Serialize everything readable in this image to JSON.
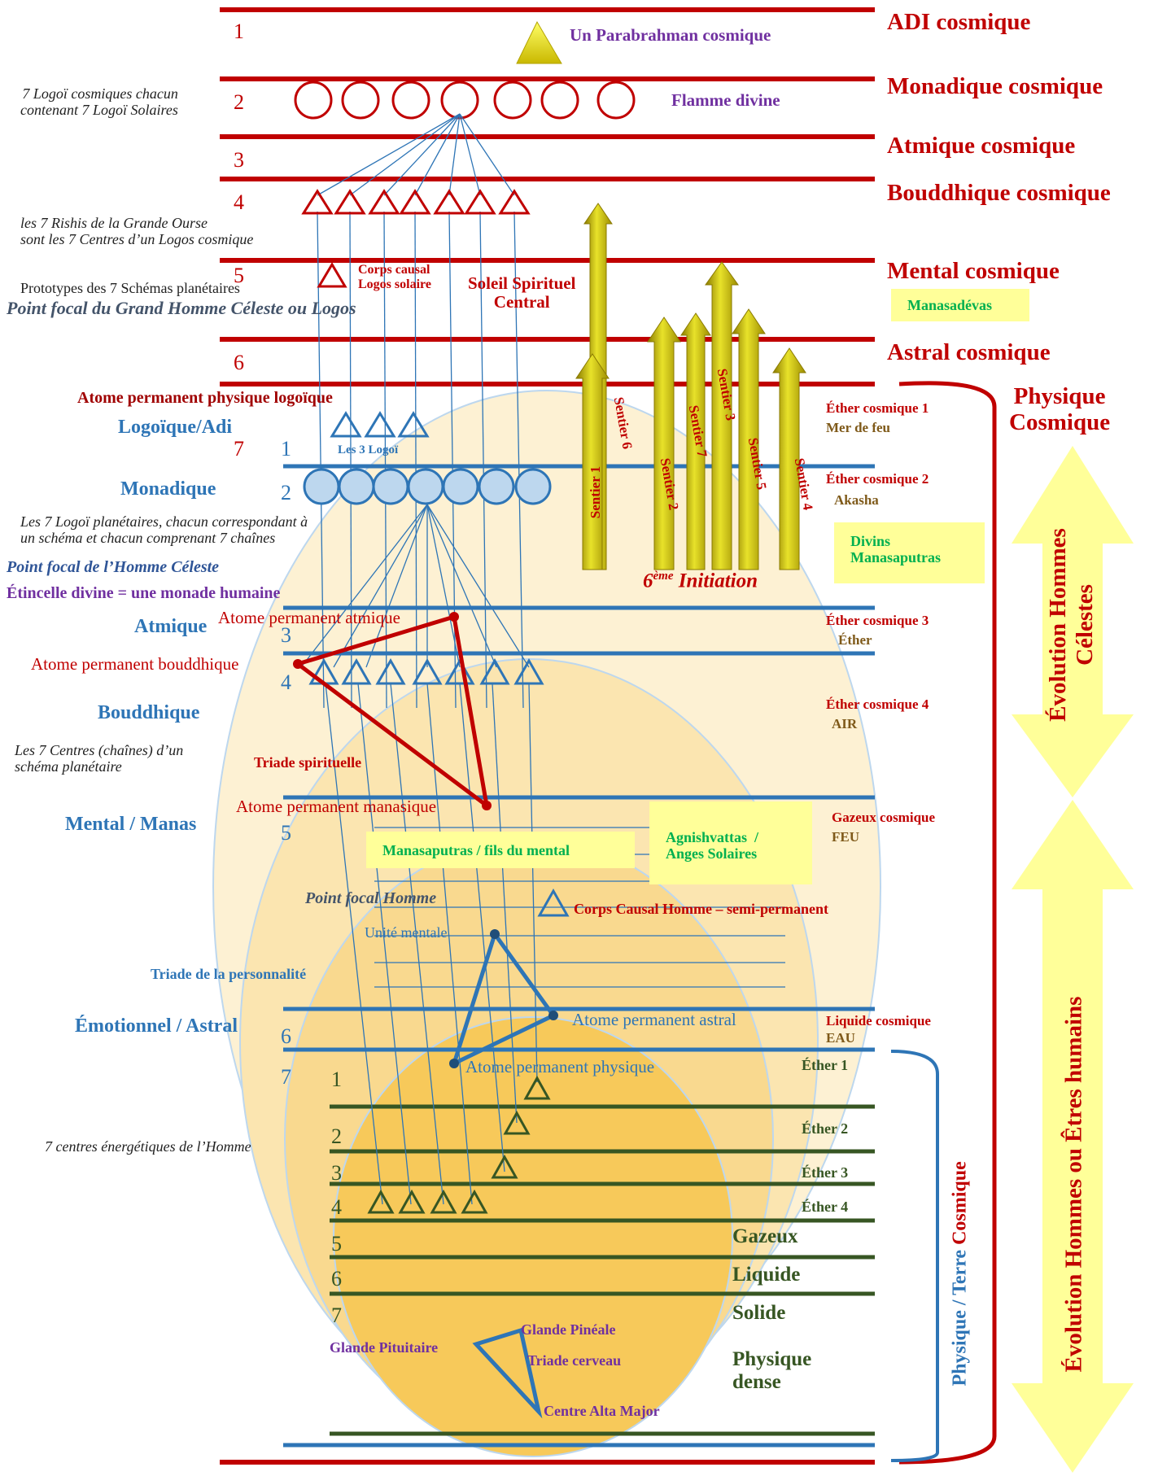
{
  "cosmic_planes": {
    "adi": "ADI cosmique",
    "monadic": "Monadique cosmique",
    "atmic": "Atmique cosmique",
    "buddhic": "Bouddhique cosmique",
    "mental": "Mental cosmique",
    "astral": "Astral cosmique",
    "physical": "Physique\nCosmique"
  },
  "cosmic_numbers": [
    "1",
    "2",
    "3",
    "4",
    "5",
    "6",
    "7"
  ],
  "top_labels": {
    "parabrahman": "Un Parabrahman cosmique",
    "divine_flame": "Flamme divine",
    "logoi_note": "7 Logoï cosmiques chacun\ncontenant 7 Logoï Solaires",
    "rishis_note": "les 7 Rishis de la Grande Ourse\nsont les 7 Centres d’un Logos cosmique",
    "prototypes": "Prototypes des 7 Schémas planétaires",
    "focal_grand": "Point focal  du Grand Homme Céleste ou Logos",
    "causal_logos": "Corps causal\nLogos solaire",
    "central_sun": "Soleil Spirituel\nCentral",
    "manasadevas": "Manasadévas",
    "atom_logoic": "Atome permanent physique  logoïque"
  },
  "paths": [
    "Sentier 1",
    "Sentier 6",
    "Sentier 2",
    "Sentier 7",
    "Sentier 3",
    "Sentier 5",
    "Sentier 4"
  ],
  "initiation": {
    "main": "6",
    "sup": "ème",
    "rest": " Initiation"
  },
  "ethers_cosmic": {
    "e1": "Éther cosmique 1",
    "e1b": "Mer de feu",
    "e2": "Éther cosmique 2",
    "e2b": "Akasha",
    "divins": "Divins\nManasaputras",
    "e3": "Éther cosmique 3",
    "e3b": "Éther",
    "e4": "Éther cosmique 4",
    "e4b": "AIR",
    "gas": "Gazeux cosmique",
    "gasb": "FEU",
    "liquid": "Liquide cosmique",
    "liquidb": "EAU"
  },
  "solar_planes": {
    "logoic": "Logoïque/Adi",
    "monadic": "Monadique",
    "atmic": "Atmique",
    "buddhic": "Bouddhique",
    "mental": "Mental / Manas",
    "astral": "Émotionnel / Astral"
  },
  "solar_labels": {
    "three_logoi": "Les 3 Logoï",
    "planetary_logoi": "Les 7 Logoï planétaires, chacun correspondant à\nun schéma et chacun comprenant 7 chaînes",
    "focal_celestial": "Point focal  de l’Homme Céleste",
    "spark": "Étincelle divine = une monade humaine",
    "atom_atmic": "Atome permanent atmique",
    "atom_buddhic": "Atome permanent bouddhique",
    "centres_chains": "Les 7 Centres (chaînes) d’un\nschéma planétaire",
    "spiritual_triad": "Triade spirituelle",
    "atom_manasic": "Atome permanent manasique",
    "manasaputras": "Manasaputras / fils du mental",
    "agnishvattas": "Agnishvattas  /\nAnges Solaires",
    "focal_man": "Point focal Homme",
    "causal_man": "Corps Causal  Homme – semi-permanent",
    "mental_unit": "Unité mentale",
    "personality_triad": "Triade de la personnalité",
    "atom_astral": "Atome permanent astral",
    "atom_physical": "Atome permanent physique"
  },
  "physical_planes": {
    "ether1": "Éther 1",
    "ether2": "Éther 2",
    "ether3": "Éther 3",
    "ether4": "Éther 4",
    "gas": "Gazeux",
    "liquid": "Liquide",
    "solid": "Solide",
    "dense": "Physique\ndense",
    "centres": "7 centres énergétiques de l’Homme",
    "pituitary": "Glande Pituitaire",
    "pineal": "Glande Pinéale",
    "brain_triad": "Triade cerveau",
    "alta_major": "Centre Alta Major"
  },
  "side_labels": {
    "celestial": "Évolution Hommes\nCélestes",
    "human": "Évolution Hommes ou Êtres humains",
    "earth_a": "Physique / Terre ",
    "earth_b": "Cosmique"
  },
  "colors": {
    "red": "#c00000",
    "blue": "#2e75b6",
    "purple": "#7030a0",
    "green": "#00b050",
    "olive": "#375623",
    "arrow_yellow": "#ffff99",
    "sun_yellow": "#ffd966",
    "path_gold": "#b8a800"
  }
}
